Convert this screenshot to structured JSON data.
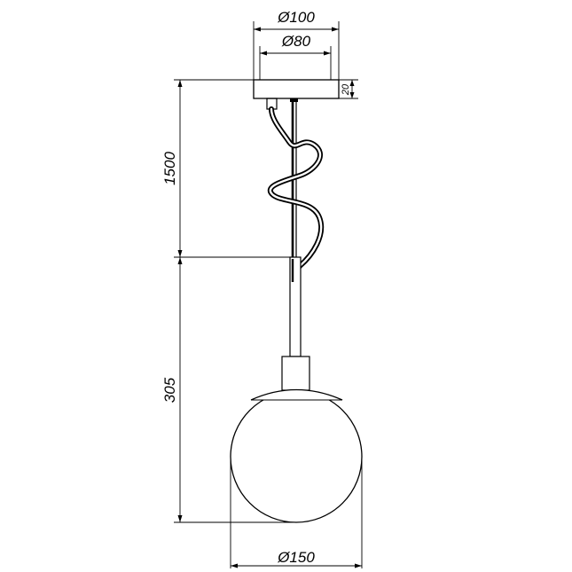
{
  "dimensions": {
    "canopy_outer_diameter": "Ø100",
    "canopy_inner_diameter": "Ø80",
    "canopy_height": "20",
    "cable_length": "1500",
    "lamp_height": "305",
    "globe_diameter": "Ø150"
  }
}
